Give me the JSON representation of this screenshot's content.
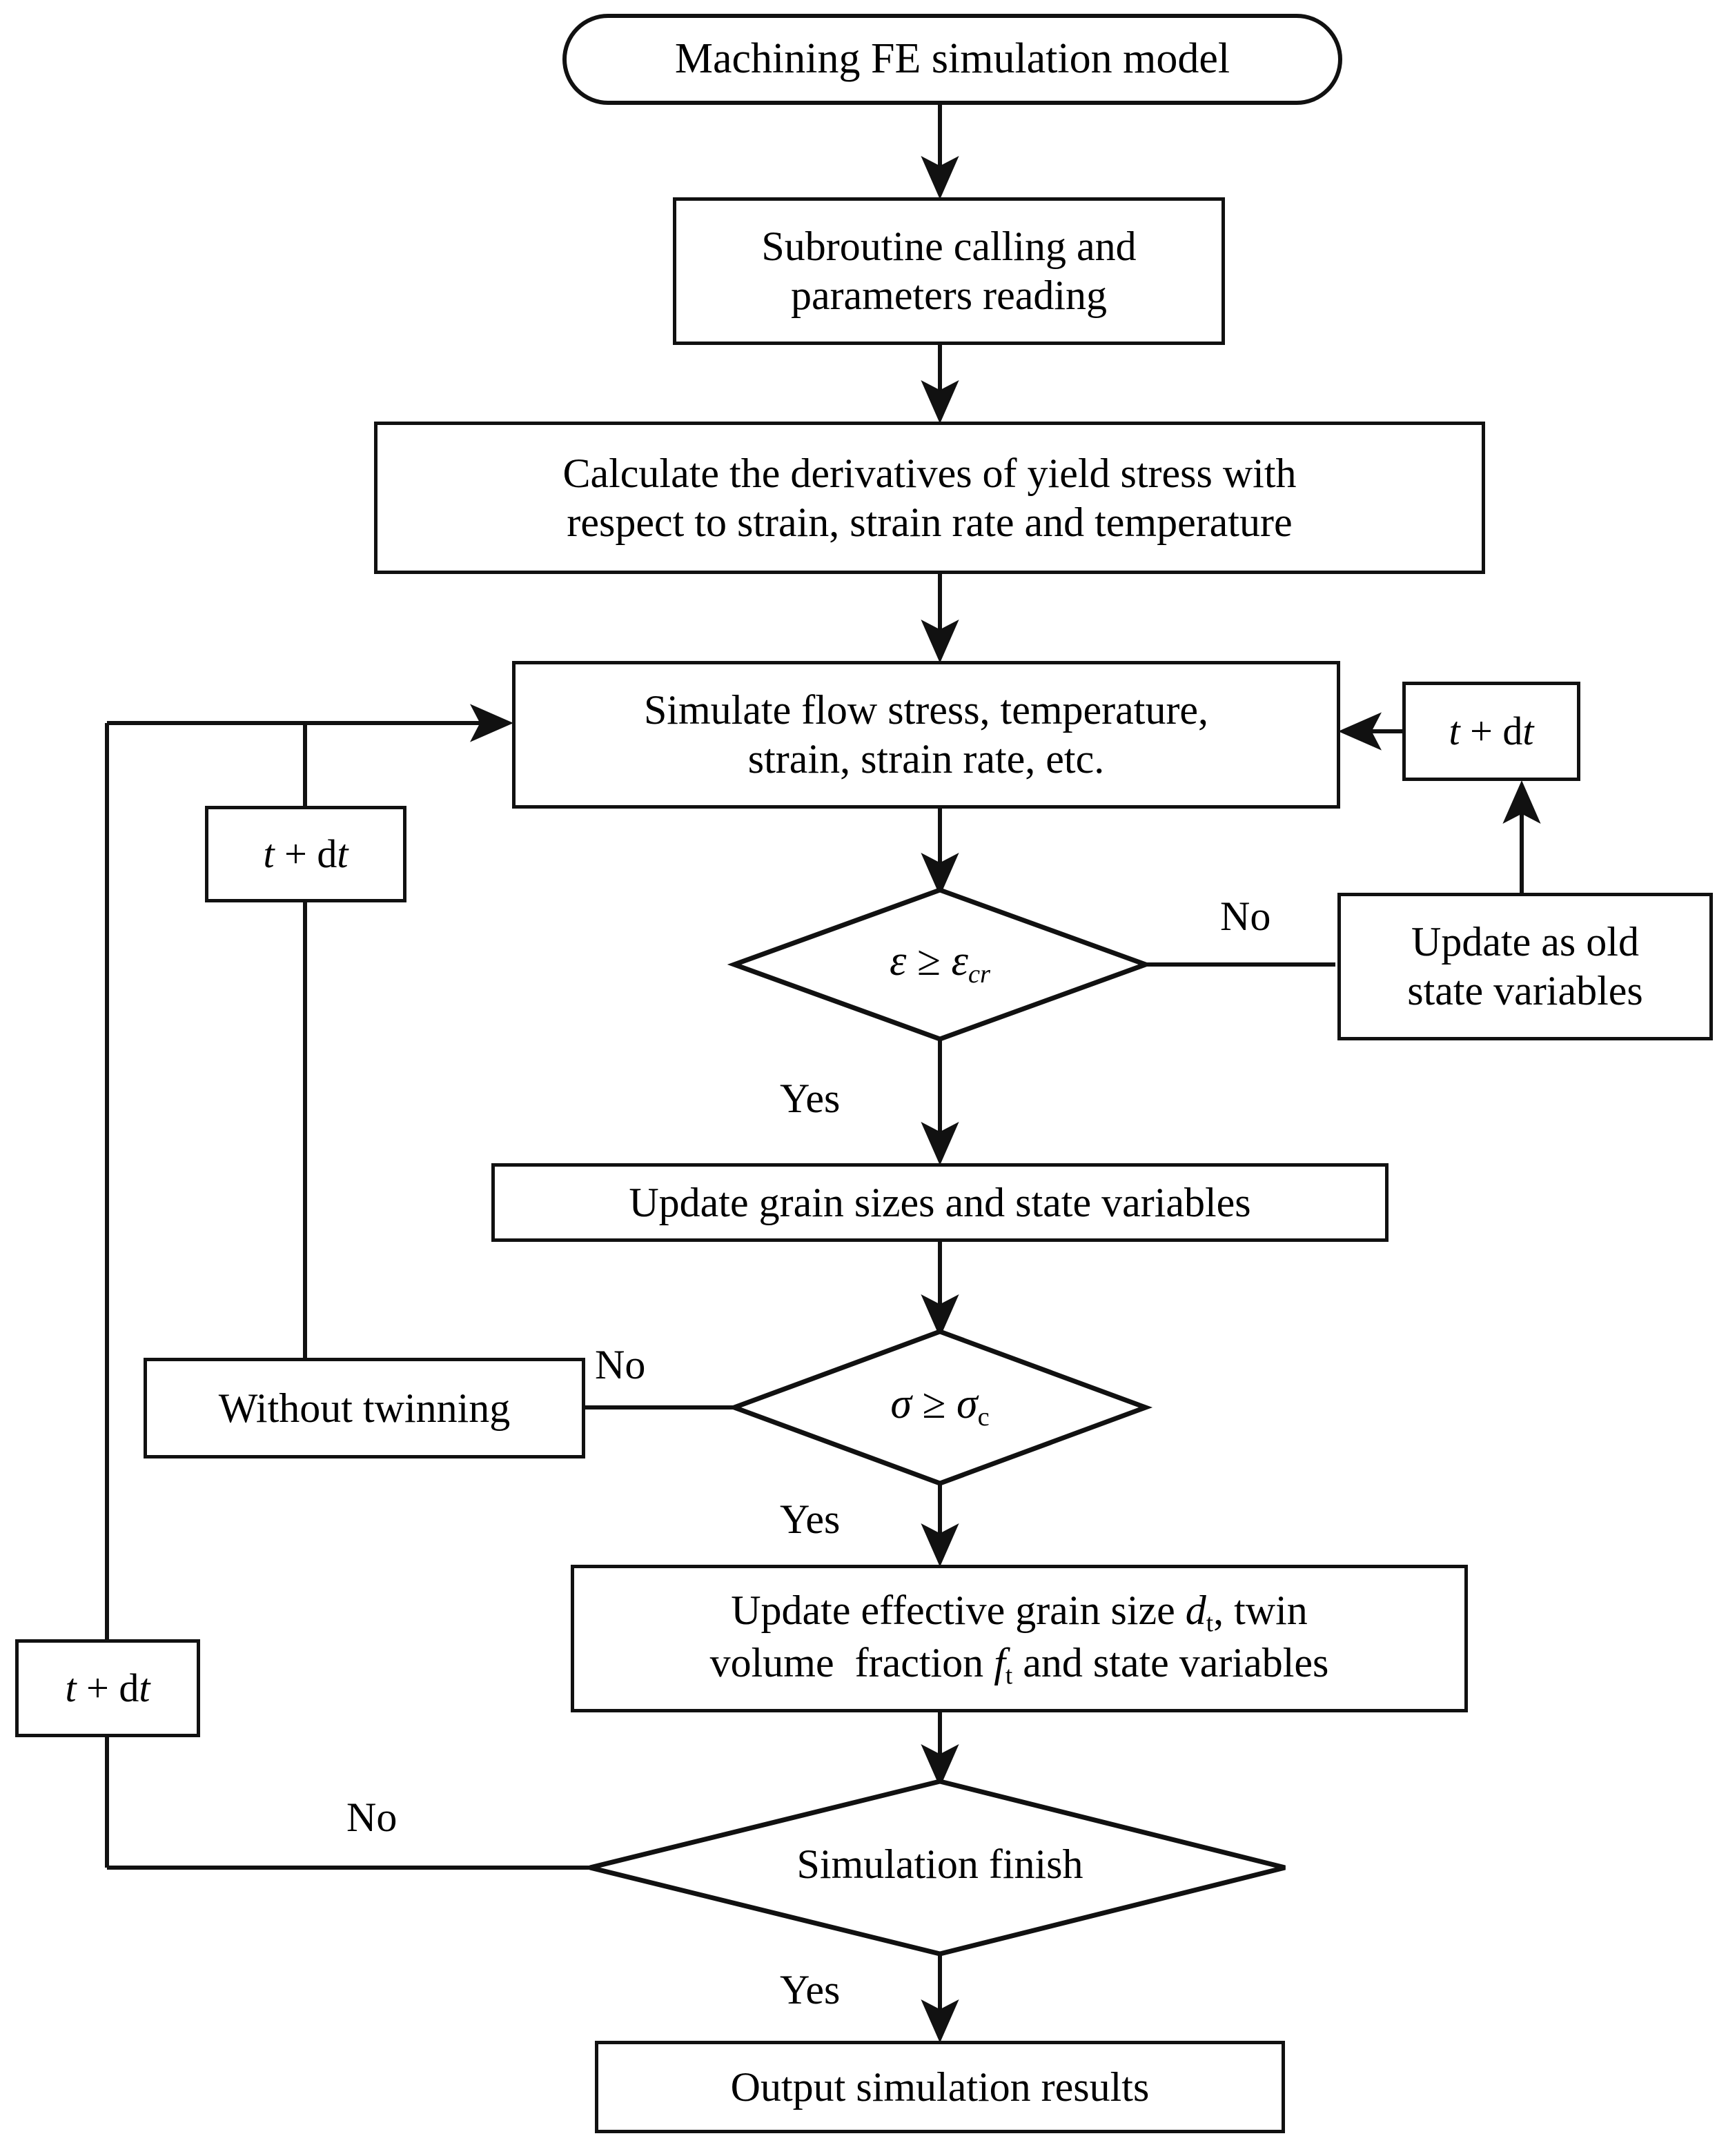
{
  "diagram": {
    "title_text": "Machining FE simulation model",
    "type": "flowchart",
    "colors": {
      "stroke": "#111111",
      "background": "#ffffff",
      "text": "#000000"
    },
    "nodes": {
      "start": {
        "label": "Machining FE simulation model",
        "shape": "terminator"
      },
      "subroutine": {
        "label_line1": "Subroutine calling and",
        "label_line2": "parameters reading",
        "shape": "process"
      },
      "derivatives": {
        "label_line1": "Calculate the derivatives of yield stress with",
        "label_line2": "respect to strain, strain rate and temperature",
        "shape": "process"
      },
      "simulate": {
        "label_line1": "Simulate flow stress, temperature,",
        "label_line2": "strain, strain rate, etc.",
        "shape": "process"
      },
      "dt_right": {
        "label": "t + dt",
        "shape": "process"
      },
      "dt_mid_left": {
        "label": "t + dt",
        "shape": "process"
      },
      "dt_bottom_left": {
        "label": "t + dt",
        "shape": "process"
      },
      "decision_strain": {
        "label": "ε ≥ εcr",
        "shape": "decision"
      },
      "update_old": {
        "label_line1": "Update as old",
        "label_line2": "state variables",
        "shape": "process"
      },
      "update_grain": {
        "label": "Update grain sizes and state variables",
        "shape": "process"
      },
      "without_twinning": {
        "label": "Without twinning",
        "shape": "process"
      },
      "decision_stress": {
        "label": "σ ≥ σc",
        "shape": "decision"
      },
      "update_effective": {
        "label_line1": "Update effective grain size dt, twin",
        "label_line2": "volume  fraction ft and state variables",
        "shape": "process"
      },
      "decision_finish": {
        "label": "Simulation finish",
        "shape": "decision"
      },
      "output": {
        "label": "Output simulation results",
        "shape": "process"
      }
    },
    "edge_labels": {
      "strain_no": "No",
      "strain_yes": "Yes",
      "stress_no": "No",
      "stress_yes": "Yes",
      "finish_no": "No",
      "finish_yes": "Yes"
    }
  }
}
